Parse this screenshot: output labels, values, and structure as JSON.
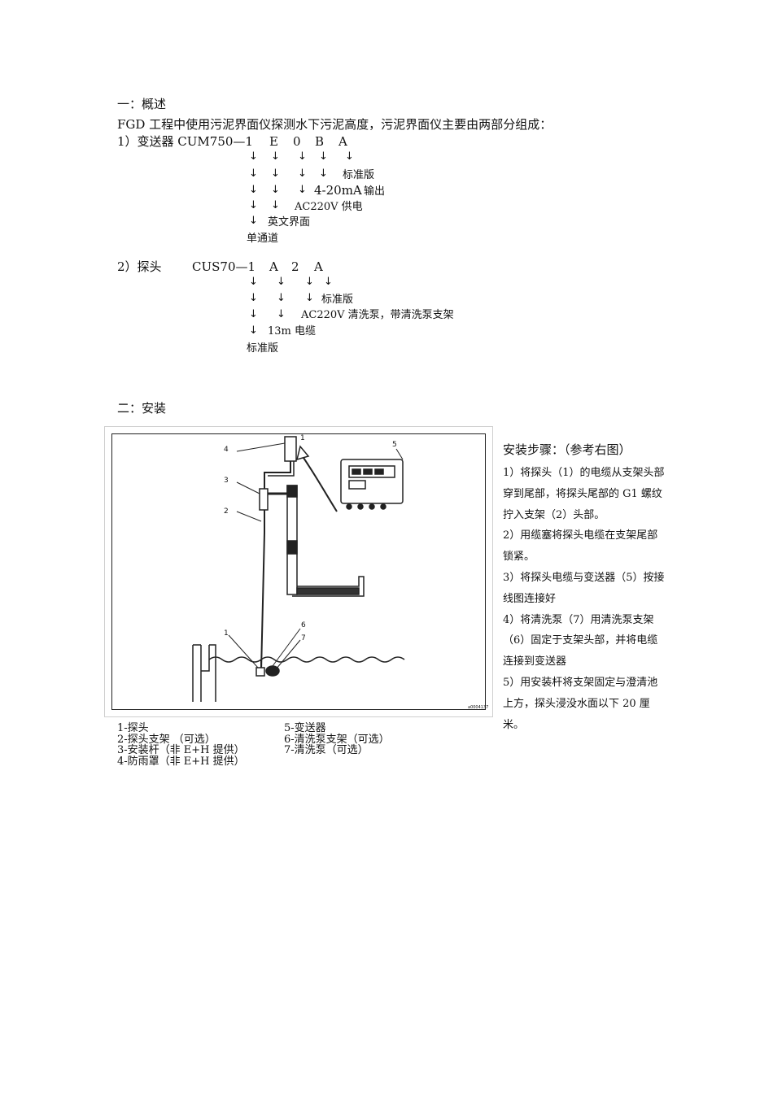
{
  "overview": {
    "heading": "一：概述",
    "intro": "FGD 工程中使用污泥界面仪探测水下污泥高度，污泥界面仪主要由两部分组成：",
    "transmitter": {
      "label": "1）变送器 CUM750—1",
      "codes": [
        "E",
        "0",
        "B",
        "A"
      ],
      "notes": [
        "标准版",
        "4-20mA",
        "输出",
        "AC220V 供电",
        "英文界面",
        "单通道"
      ]
    },
    "probe": {
      "label": "2）探头",
      "model": "CUS70—1",
      "codes": [
        "A",
        "2",
        "A"
      ],
      "notes": [
        "标准版",
        "AC220V 清洗泵，带清洗泵支架",
        "13m 电缆",
        "标准版"
      ]
    }
  },
  "installation": {
    "heading": "二：安装",
    "figure": {
      "callouts": [
        "1",
        "2",
        "3",
        "4",
        "5",
        "6",
        "7",
        "1"
      ],
      "code": "a0004137"
    },
    "legend": [
      "1-探头",
      "2-探头支架 （可选）",
      "3-安装杆（非 E+H 提供）",
      "4-防雨罩（非 E+H 提供）",
      "5-变送器",
      "6-清洗泵支架（可选）",
      "7-清洗泵（可选）"
    ],
    "steps_title": "安装步骤：（参考右图）",
    "steps": [
      "1）将探头（1）的电缆从支架头部穿到尾部，将探头尾部的 G1 螺纹拧入支架（2）头部。",
      "2）用缆塞将探头电缆在支架尾部锁紧。",
      "3）将探头电缆与变送器（5）按接线图连接好",
      "4）将清洗泵（7）用清洗泵支架（6）固定于支架头部，并将电缆连接到变送器",
      "5）用安装杆将支架固定与澄清池上方，探头浸没水面以下 20 厘米。"
    ]
  }
}
